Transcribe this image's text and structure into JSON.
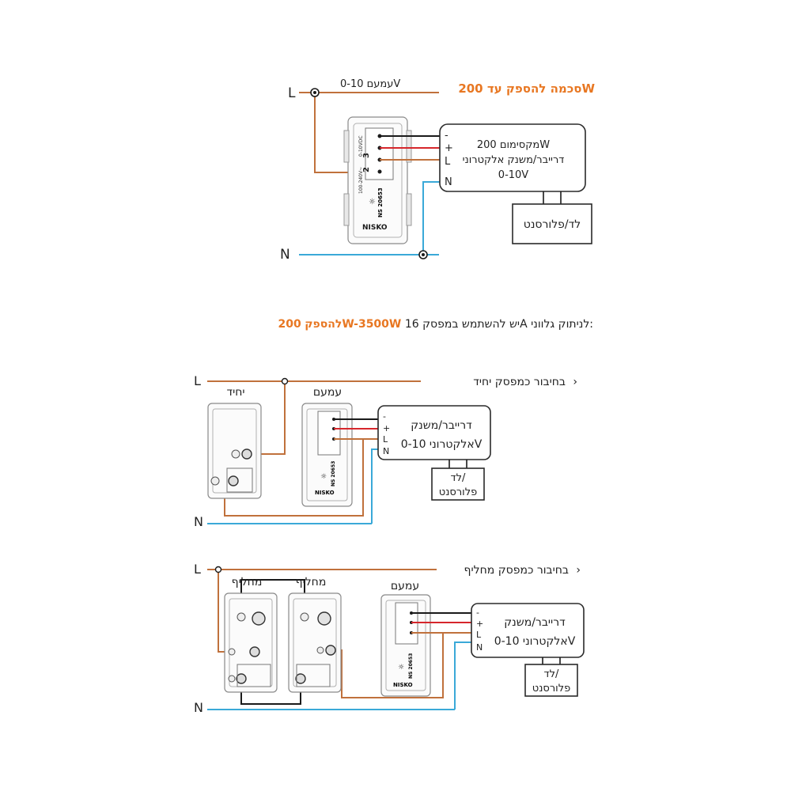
{
  "colors": {
    "accent": "#e87722",
    "brown": "#c0713c",
    "blue": "#3aa9d8",
    "red": "#d6262b",
    "black": "#1a1a1a"
  },
  "top": {
    "title_prefix": "סכמה להספק עד",
    "title_power": "200W",
    "line_label": "L",
    "neutral_label": "N",
    "dimmer_label": "עמעם 0-10V",
    "driver_lines": [
      "מקסימום 200W",
      "דרייבר/משנק אלקטרוני",
      "0-10V"
    ],
    "driver_terms": [
      "-",
      "+",
      "L",
      "N"
    ],
    "load_label": "לד/פלורסנט",
    "module_code": "NS 20653",
    "module_brand": "NISKO",
    "module_terms": "3",
    "module_terms2": "2",
    "module_v1": "0-10VDC",
    "module_v2": "100-240V~"
  },
  "note": {
    "prefix": "להספק",
    "range": "200W-3500W",
    "rest": "יש להשתמש במפסק 16A לניתוק גלווני:"
  },
  "single": {
    "heading": "בחיבור כמפסק יחיד",
    "chevron": "›",
    "line_label": "L",
    "neutral_label": "N",
    "switch_label": "יחיד",
    "dimmer_label": "עמעם",
    "driver_lines": [
      "דרייבר/משנק",
      "אלקטרוני 0-10V"
    ],
    "driver_terms": [
      "-",
      "+",
      "L",
      "N"
    ],
    "load_lines": [
      "לד/",
      "פלורסנט"
    ],
    "module_code": "NS 20653",
    "module_brand": "NISKO"
  },
  "twoway": {
    "heading": "בחיבור כמפסק מחליף",
    "chevron": "›",
    "line_label": "L",
    "neutral_label": "N",
    "switch1_label": "מחליף",
    "switch2_label": "מחליף",
    "dimmer_label": "עמעם",
    "driver_lines": [
      "דרייבר/משנק",
      "אלקטרוני 0-10V"
    ],
    "driver_terms": [
      "-",
      "+",
      "L",
      "N"
    ],
    "load_lines": [
      "לד/",
      "פלורסנט"
    ],
    "module_code": "NS 20653",
    "module_brand": "NISKO"
  }
}
